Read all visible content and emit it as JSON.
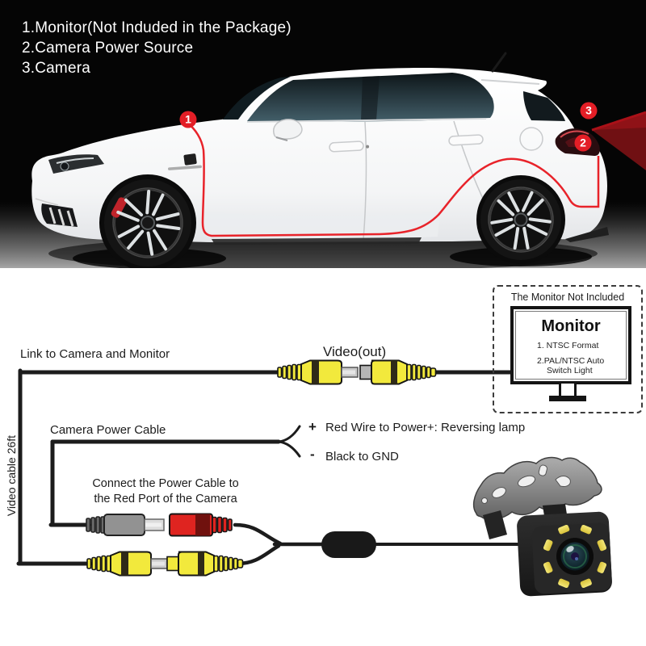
{
  "legend": {
    "line1": "1.Monitor(Not Induded in the Package)",
    "line2": "2.Camera Power Source",
    "line3": "3.Camera"
  },
  "markers": {
    "m1": "1",
    "m2": "2",
    "m3": "3"
  },
  "diagram": {
    "link_label": "Link to Camera and Monitor",
    "video_out_label": "Video(out)",
    "video_cable_label": "Video cable 26ft",
    "power_cable_label": "Camera Power Cable",
    "plus_sign": "+",
    "plus_text": "Red Wire to Power+: Reversing lamp",
    "minus_sign": "-",
    "minus_text": "Black to GND",
    "connect_line1": "Connect the Power Cable to",
    "connect_line2": "the Red Port of the Camera"
  },
  "monitor_box": {
    "title": "The Monitor Not Included",
    "screen_title": "Monitor",
    "feature1": "1. NTSC Format",
    "feature2": "2.PAL/NTSC Auto",
    "feature2b": "Switch Light"
  },
  "colors": {
    "accent_red": "#e31e26",
    "beam_red": "#701013",
    "connector_yellow": "#f2e93c",
    "connector_red": "#df2420",
    "connector_gray": "#929292",
    "cable_black": "#1c1c1c",
    "led_yellow": "#ecd94e"
  }
}
